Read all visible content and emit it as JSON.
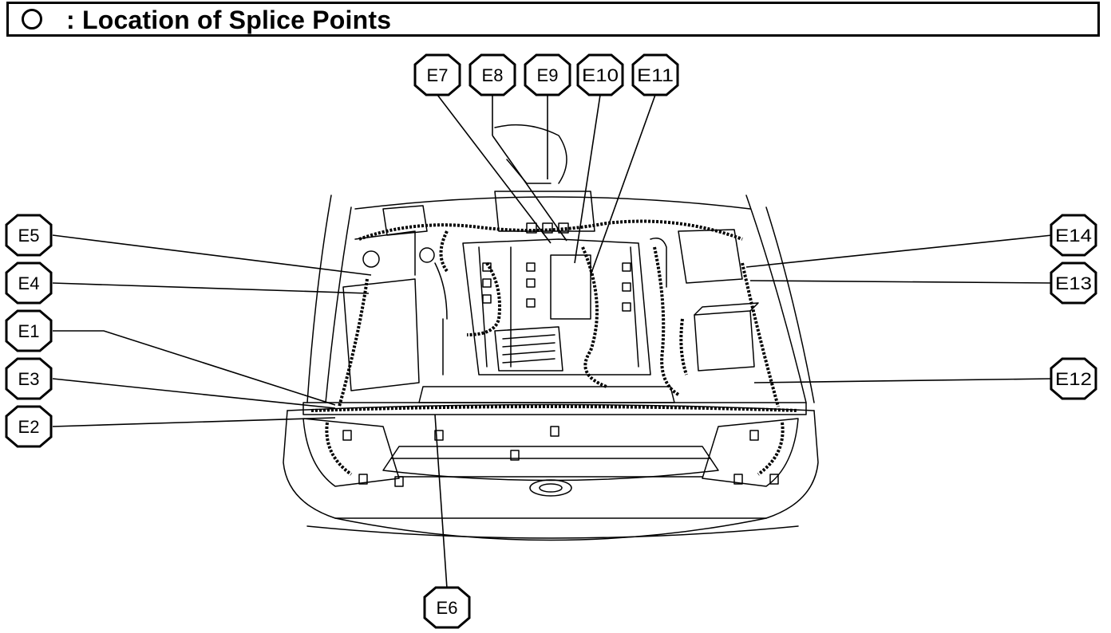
{
  "header": {
    "title": ": Location of Splice Points",
    "symbol_icon": "circle-icon"
  },
  "labels": [
    {
      "id": "E1"
    },
    {
      "id": "E2"
    },
    {
      "id": "E3"
    },
    {
      "id": "E4"
    },
    {
      "id": "E5"
    },
    {
      "id": "E6"
    },
    {
      "id": "E7"
    },
    {
      "id": "E8"
    },
    {
      "id": "E9"
    },
    {
      "id": "E10"
    },
    {
      "id": "E11"
    },
    {
      "id": "E12"
    },
    {
      "id": "E13"
    },
    {
      "id": "E14"
    }
  ],
  "colors": {
    "ink": "#000000",
    "background": "#ffffff"
  },
  "illustration": "engine-compartment-wiring-drawing"
}
